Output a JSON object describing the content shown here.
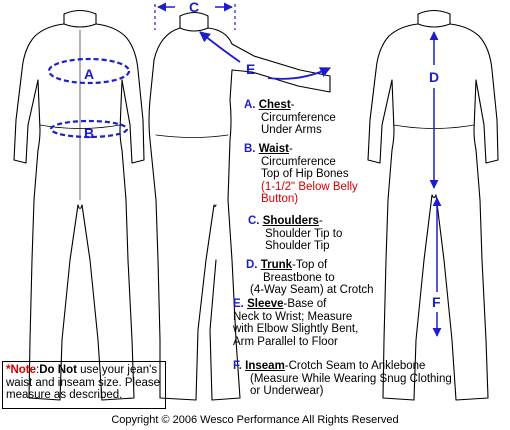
{
  "measure_labels": {
    "a": "A",
    "b": "B",
    "c": "C",
    "d": "D",
    "e": "E",
    "f": "F"
  },
  "instructions": [
    {
      "letter": "A.",
      "heading": "Chest",
      "lines": [
        "Circumference",
        "Under Arms"
      ],
      "note": []
    },
    {
      "letter": "B.",
      "heading": "Waist",
      "lines": [
        "Circumference",
        "Top of Hip Bones"
      ],
      "note": [
        "(1-1/2\" Below Belly",
        "Button)"
      ]
    },
    {
      "letter": "C.",
      "heading": "Shoulders",
      "lines": [
        "Shoulder Tip to",
        "Shoulder Tip"
      ],
      "note": []
    },
    {
      "letter": "D.",
      "heading": "Trunk",
      "rest": "-Top of",
      "lines": [
        "Breastbone to",
        "(4-Way Seam) at Crotch"
      ],
      "note": []
    },
    {
      "letter": "E.",
      "heading": "Sleeve",
      "rest": "-Base of",
      "lines": [
        "Neck to Wrist; Measure",
        "with Elbow Slightly Bent,",
        "Arm Parallel to Floor"
      ],
      "note": []
    },
    {
      "letter": "F.",
      "heading": "Inseam",
      "rest": "-Crotch Seam to Anklebone",
      "lines": [
        "(Measure While Wearing Snug Clothing",
        "or Underwear)"
      ],
      "note": []
    }
  ],
  "note_box": {
    "star": "*Note",
    "colon": ":",
    "bold": "Do Not",
    "text1": " use your jean's",
    "text2": "waist and inseam size. Please",
    "text3": "measure as described."
  },
  "copyright": "Copyright © 2006 Wesco Performance All Rights Reserved",
  "colors": {
    "accent": "#1d1dcc",
    "note": "#d40000"
  }
}
